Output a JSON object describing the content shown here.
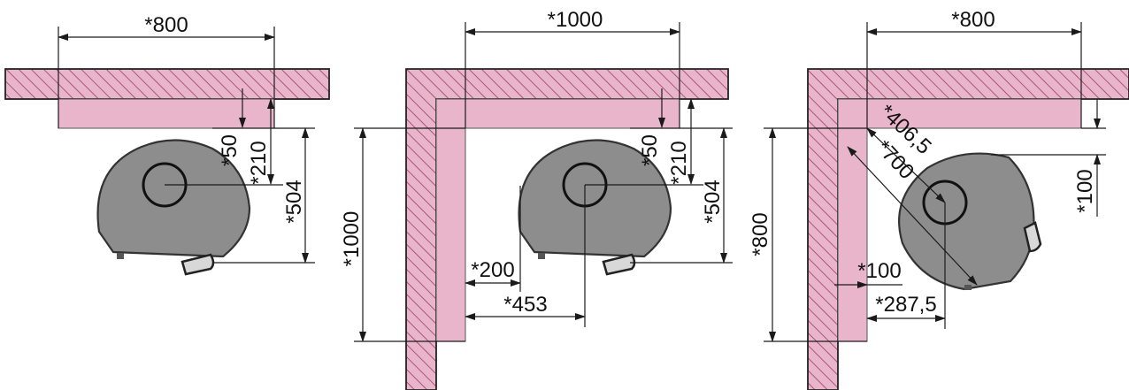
{
  "colors": {
    "wall_fill": "#e8b5ca",
    "wall_hatch": "#9c3d69",
    "clearance_zone": "#e8b5ca",
    "stove_body": "#8d8d8d",
    "stove_outline": "#333333",
    "dimension_lines": "#1a1a1a",
    "background": "#ffffff"
  },
  "icons": {
    "stove": "round-stove-topview-icon",
    "flue": "flue-pipe-circle-icon",
    "handle": "door-handle-icon",
    "wall": "hatched-wall-icon"
  },
  "layouts": [
    {
      "name": "wall-mounted",
      "labels": {
        "top_width": "*800",
        "wall_gap": "*50",
        "flue_offset": "*210",
        "depth": "*504"
      }
    },
    {
      "name": "corner-straight",
      "labels": {
        "top_width": "*1000",
        "wall_gap": "*50",
        "flue_offset": "*210",
        "depth": "*504",
        "side_height": "*1000",
        "side_gap": "*200",
        "side_flue_offset": "*453"
      }
    },
    {
      "name": "corner-diagonal",
      "labels": {
        "top_width": "*800",
        "diagonal_flue": "*406,5",
        "diagonal_depth": "*700",
        "right_offset": "*100",
        "side_height": "*800",
        "side_gap": "*100",
        "side_flue_offset": "*287,5"
      }
    }
  ]
}
